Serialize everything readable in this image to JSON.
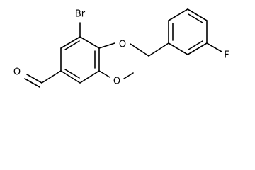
{
  "molecule": {
    "atoms": {
      "bromine": "Br",
      "ether_oxygen": "O",
      "fluorine": "F",
      "methoxy_oxygen": "O",
      "aldehyde_oxygen": "O"
    }
  }
}
